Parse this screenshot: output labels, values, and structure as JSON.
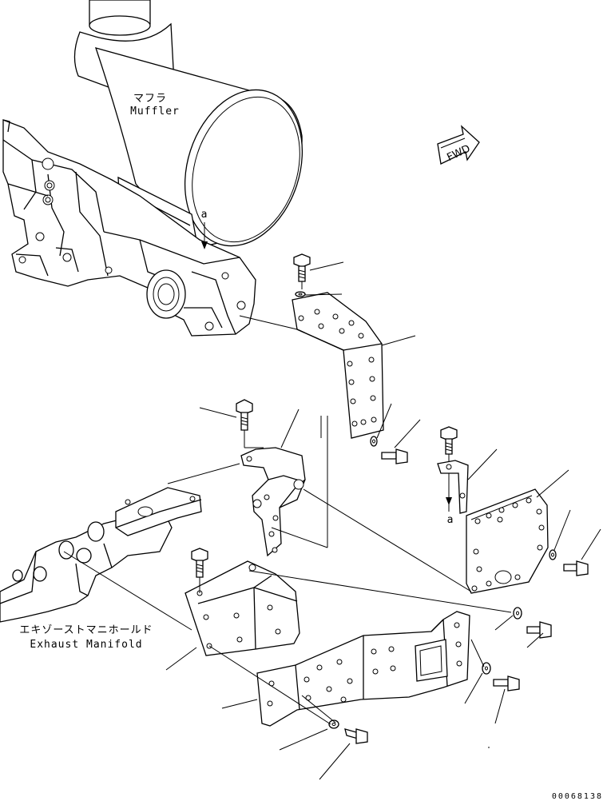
{
  "labels": {
    "muffler_jp": "マフラ",
    "muffler_en": "Muffler",
    "manifold_jp": "エキゾーストマニホールド",
    "manifold_en": "Exhaust Manifold",
    "fwd": "FWD",
    "ref_a_top": "a",
    "ref_a_right": "a",
    "drawing_id": "00068138"
  }
}
